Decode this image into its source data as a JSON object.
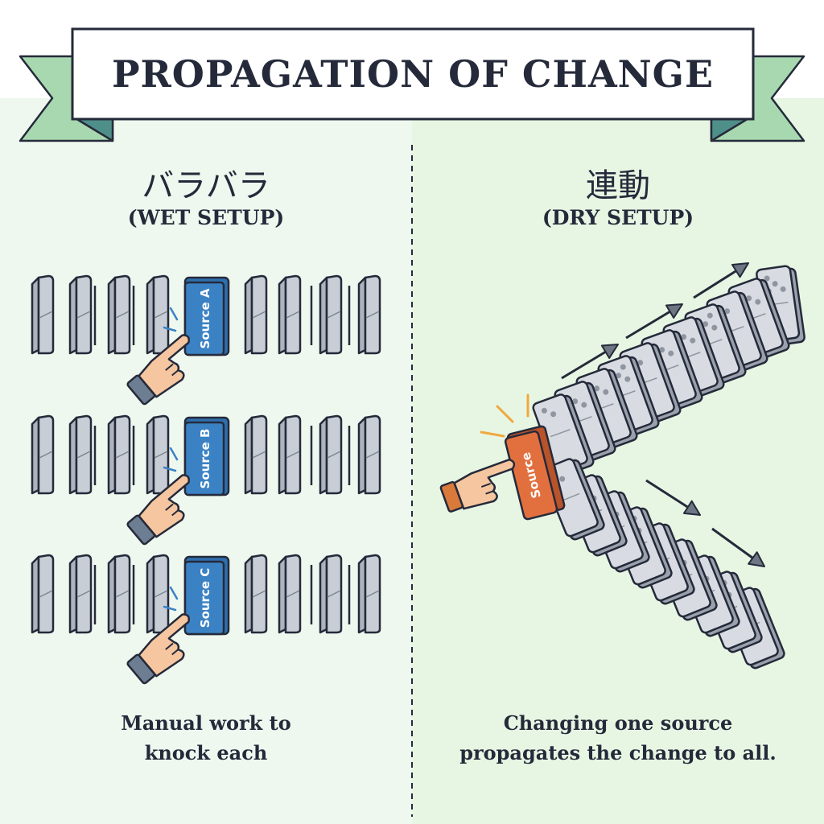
{
  "title": "PROPAGATION OF CHANGE",
  "left": {
    "heading": "バラバラ",
    "subtitle": "(WET SETUP)",
    "rows": [
      {
        "source_label": "Source A"
      },
      {
        "source_label": "Source B"
      },
      {
        "source_label": "Source C"
      }
    ],
    "caption_lines": [
      "Manual work to",
      "knock each"
    ]
  },
  "right": {
    "heading": "連動",
    "subtitle": "(DRY SETUP)",
    "source_label": "Source",
    "caption_lines": [
      "Changing one source",
      "propagates the change to all."
    ]
  },
  "colors": {
    "ink": "#252a3a",
    "left_bg": "#eef8ef",
    "right_bg": "#e7f6e3",
    "ribbon": "#a8d8b0",
    "ribbon_dark": "#4f8f8a",
    "domino": "#c9ced6",
    "domino_side": "#9aa1ac",
    "source_wet": "#3b82c4",
    "source_dry": "#e2703f",
    "hand": "#f6c6a0",
    "cuff_wet": "#6d7e92",
    "cuff_dry": "#d97a3a",
    "spark_wet": "#3b82c4",
    "spark_dry": "#f0a840"
  }
}
